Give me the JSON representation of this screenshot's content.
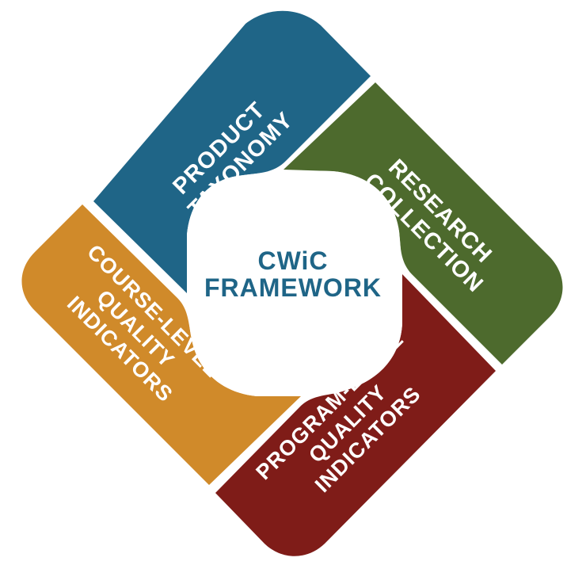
{
  "diagram": {
    "center": {
      "line1": "CWiC",
      "line2": "FRAMEWORK",
      "color": "#1f6587"
    },
    "segments": [
      {
        "id": "product-taxonomy",
        "lines": [
          "PRODUCT",
          "TAXONOMY"
        ],
        "color": "#1f6587"
      },
      {
        "id": "research-collection",
        "lines": [
          "RESEARCH",
          "COLLECTION"
        ],
        "color": "#4d6a2d"
      },
      {
        "id": "program-level",
        "lines": [
          "PROGRAM-LEVEL",
          "QUALITY",
          "INDICATORS"
        ],
        "color": "#7f1c18"
      },
      {
        "id": "course-level",
        "lines": [
          "COURSE-LEVEL",
          "QUALITY",
          "INDICATORS"
        ],
        "color": "#d08a2a"
      }
    ]
  }
}
